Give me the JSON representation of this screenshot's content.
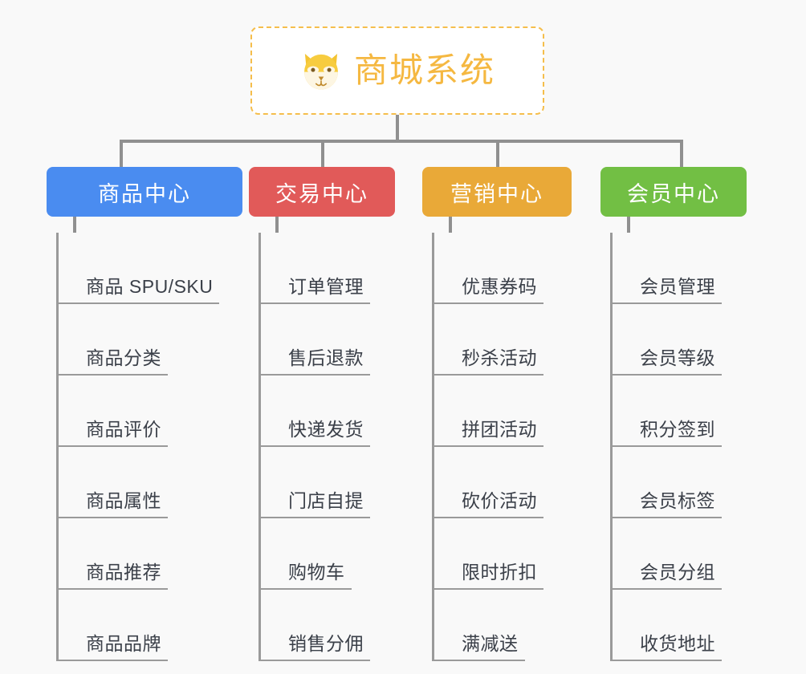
{
  "canvas": {
    "background": "#f9f9f9",
    "connector_color": "#909090"
  },
  "root": {
    "title": "商城系统",
    "icon": "dog-face-icon",
    "text_color": "#f5b841",
    "border_color": "#f5be4c",
    "background": "#ffffff"
  },
  "categories": [
    {
      "label": "商品中心",
      "color": "#4a8cf0",
      "items": [
        "商品 SPU/SKU",
        "商品分类",
        "商品评价",
        "商品属性",
        "商品推荐",
        "商品品牌"
      ]
    },
    {
      "label": "交易中心",
      "color": "#e15a59",
      "items": [
        "订单管理",
        "售后退款",
        "快递发货",
        "门店自提",
        "购物车",
        "销售分佣"
      ]
    },
    {
      "label": "营销中心",
      "color": "#e9a938",
      "items": [
        "优惠券码",
        "秒杀活动",
        "拼团活动",
        "砍价活动",
        "限时折扣",
        "满减送"
      ]
    },
    {
      "label": "会员中心",
      "color": "#72bf44",
      "items": [
        "会员管理",
        "会员等级",
        "积分签到",
        "会员标签",
        "会员分组",
        "收货地址"
      ]
    }
  ]
}
